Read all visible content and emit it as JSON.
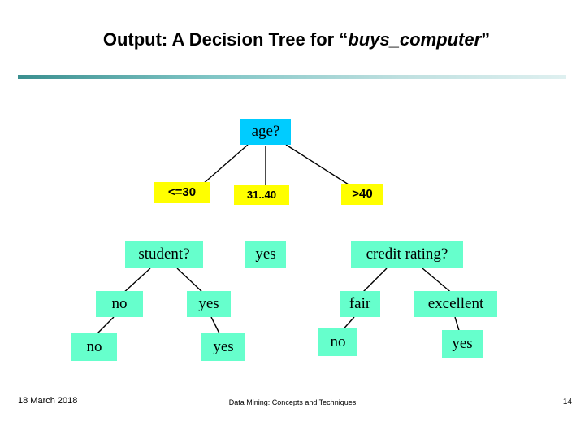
{
  "title": {
    "prefix": "Output: A Decision Tree for “",
    "emphasis": "buys_computer",
    "suffix": "”"
  },
  "colors": {
    "root_node": "#00ccff",
    "leaf_node": "#66ffcc",
    "edge_label": "#ffff00",
    "rule": "#3a8f8f"
  },
  "tree": {
    "nodes": [
      {
        "id": "age",
        "label": "age?",
        "style": "cyan"
      },
      {
        "id": "student",
        "label": "student?",
        "style": "green"
      },
      {
        "id": "yes-mid",
        "label": "yes",
        "style": "green"
      },
      {
        "id": "credit",
        "label": "credit rating?",
        "style": "green"
      },
      {
        "id": "leaf-no-1",
        "label": "no",
        "style": "green"
      },
      {
        "id": "leaf-yes-1",
        "label": "yes",
        "style": "green"
      },
      {
        "id": "leaf-no-2",
        "label": "no",
        "style": "green"
      },
      {
        "id": "leaf-yes-2",
        "label": "yes",
        "style": "green"
      }
    ],
    "branch_labels": [
      {
        "id": "branch-le30",
        "label": "<=30",
        "style": "yellow"
      },
      {
        "id": "branch-31-40",
        "label": "31..40",
        "style": "yellow"
      },
      {
        "id": "branch-gt40",
        "label": ">40",
        "style": "yellow"
      }
    ],
    "edge_labels": [
      {
        "id": "edge-no",
        "label": "no",
        "style": "plain"
      },
      {
        "id": "edge-yes",
        "label": "yes",
        "style": "plain"
      },
      {
        "id": "edge-fair",
        "label": "fair",
        "style": "plain"
      },
      {
        "id": "edge-excellent",
        "label": "excellent",
        "style": "plain"
      }
    ]
  },
  "footer": {
    "date": "18 March 2018",
    "center": "Data Mining: Concepts and Techniques",
    "page": "14"
  }
}
